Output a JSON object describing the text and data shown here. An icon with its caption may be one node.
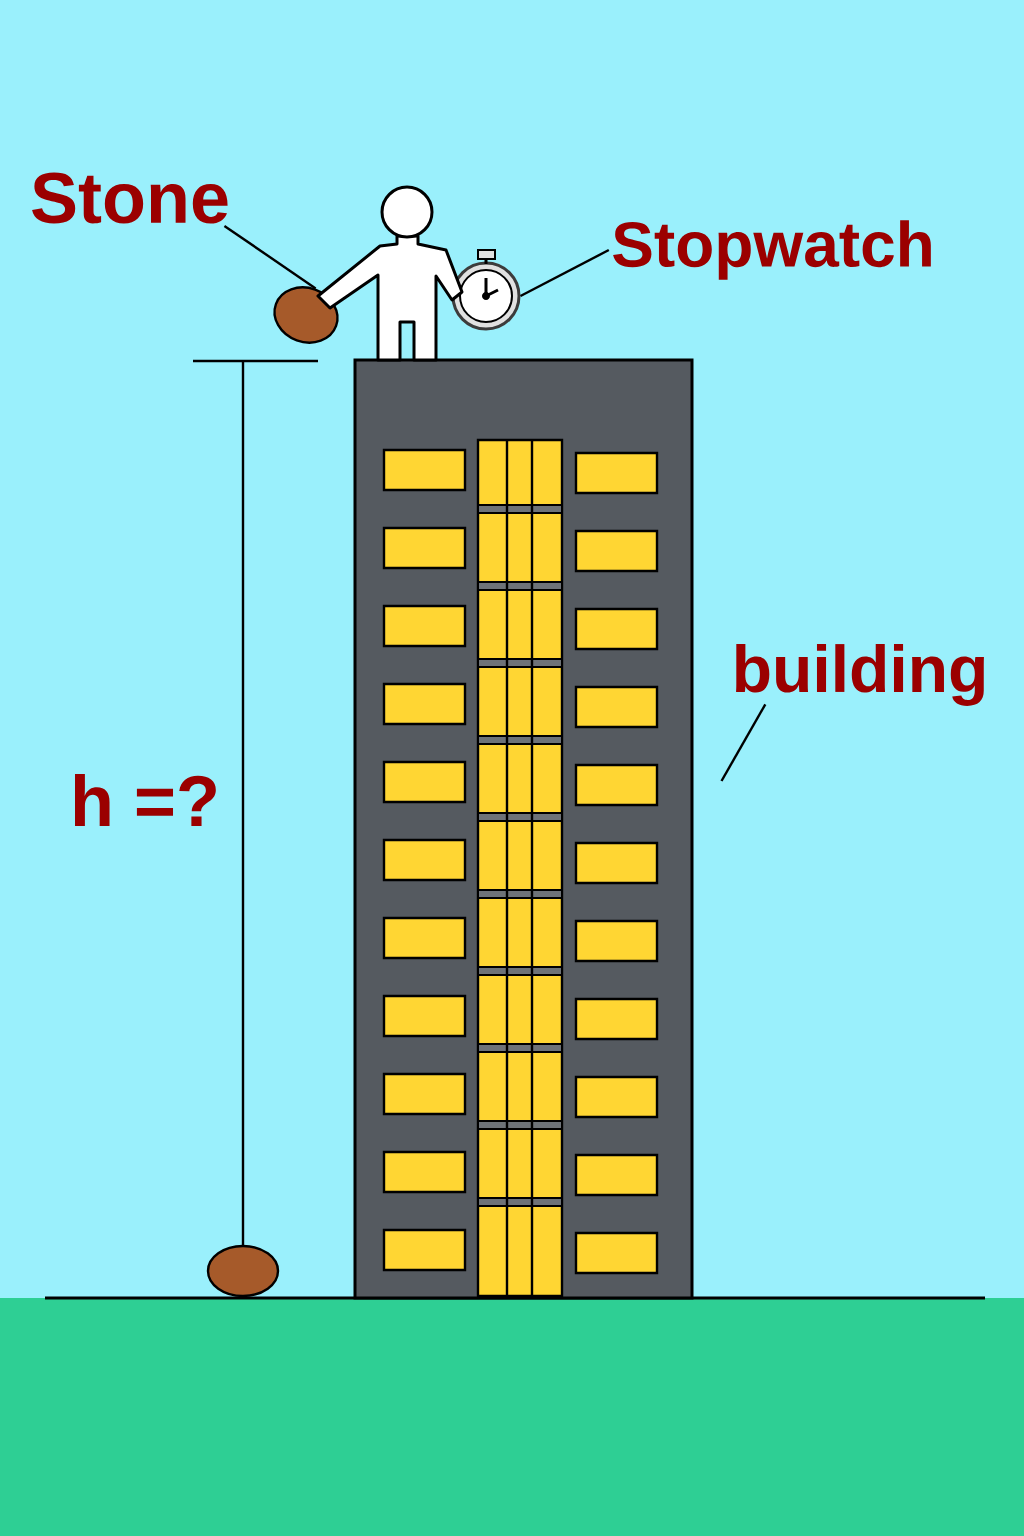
{
  "diagram": {
    "nodes": [
      {
        "text": [
          "Stone"
        ]
      },
      {
        "text": [],
        "shape": "circle"
      },
      {
        "text": [
          "Stopwatch"
        ]
      },
      {
        "text": [],
        "shape": "circle"
      },
      {
        "text": [
          "building"
        ]
      },
      {
        "text": [],
        "shape": "box"
      }
    ],
    "edges": [
      {
        "from": 0,
        "to": 1,
        "arrow": "none"
      },
      {
        "from": 2,
        "to": 3,
        "arrow": "none"
      },
      {
        "from": 4,
        "to": 5,
        "arrow": "none"
      }
    ],
    "labels": [
      "h =?"
    ]
  }
}
